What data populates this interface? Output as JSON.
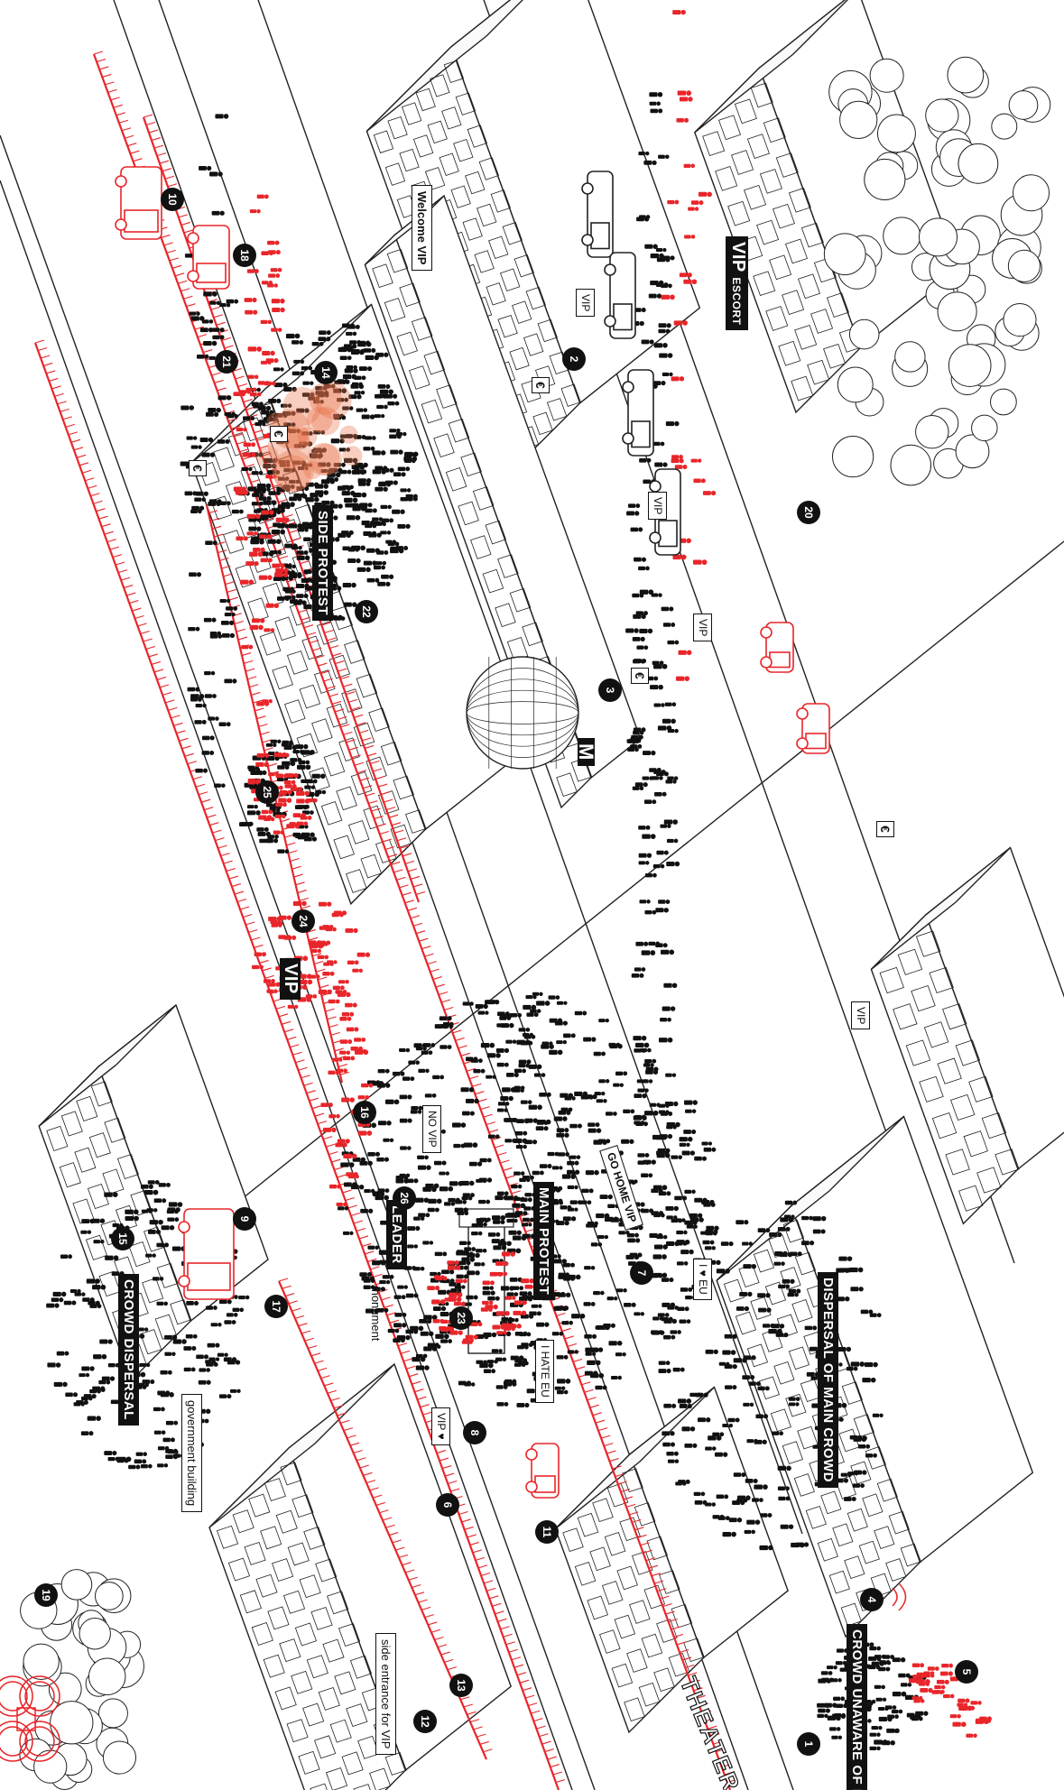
{
  "labels": {
    "crowd_dispersal": "CROWD DISPERSAL",
    "crowd_unaware": "CROWD UNAWARE OF PROTEST",
    "dispersal_main_crowd": "DISPERSAL OF MAIN CROWD",
    "main_protest": "MAIN PROTEST",
    "leader": "LEADER",
    "side_protest": "SIDE PROTEST",
    "vip": "VIP",
    "vip_escort_main": "VIP",
    "vip_escort_suffix": "ESCORT"
  },
  "boxed": {
    "government_building": "government building",
    "side_entrance": "side entrance for VIP",
    "monument": "monument",
    "welcome_vip": "Welcome VIP"
  },
  "signs": {
    "go_home_vip": "GO HOME VIP",
    "no_vip": "NO VIP",
    "hate_eu": "I HATE EU",
    "love_eu": "I ♥ EU",
    "vip_love": "VIP ♥",
    "vip_street": [
      "VIP",
      "VIP",
      "VIP",
      "VIP"
    ],
    "theater": "THEATER",
    "metro": "M",
    "euro": "€"
  },
  "markers": [
    "1",
    "2",
    "3",
    "4",
    "5",
    "6",
    "7",
    "8",
    "9",
    "10",
    "11",
    "12",
    "13",
    "14",
    "15",
    "16",
    "17",
    "18",
    "19",
    "20",
    "21",
    "22",
    "23",
    "24",
    "25",
    "26"
  ],
  "colors": {
    "police_red": "#e8262a",
    "crowd_black": "#111111",
    "smoke_orange": "#e8734a",
    "line_gray": "#222222"
  },
  "icons": [
    "drone-icon",
    "police-van-icon",
    "water-cannon-icon",
    "horse-police-icon",
    "limousine-icon",
    "tree-icon",
    "globe-icon",
    "smoke-icon",
    "speaker-icon"
  ]
}
